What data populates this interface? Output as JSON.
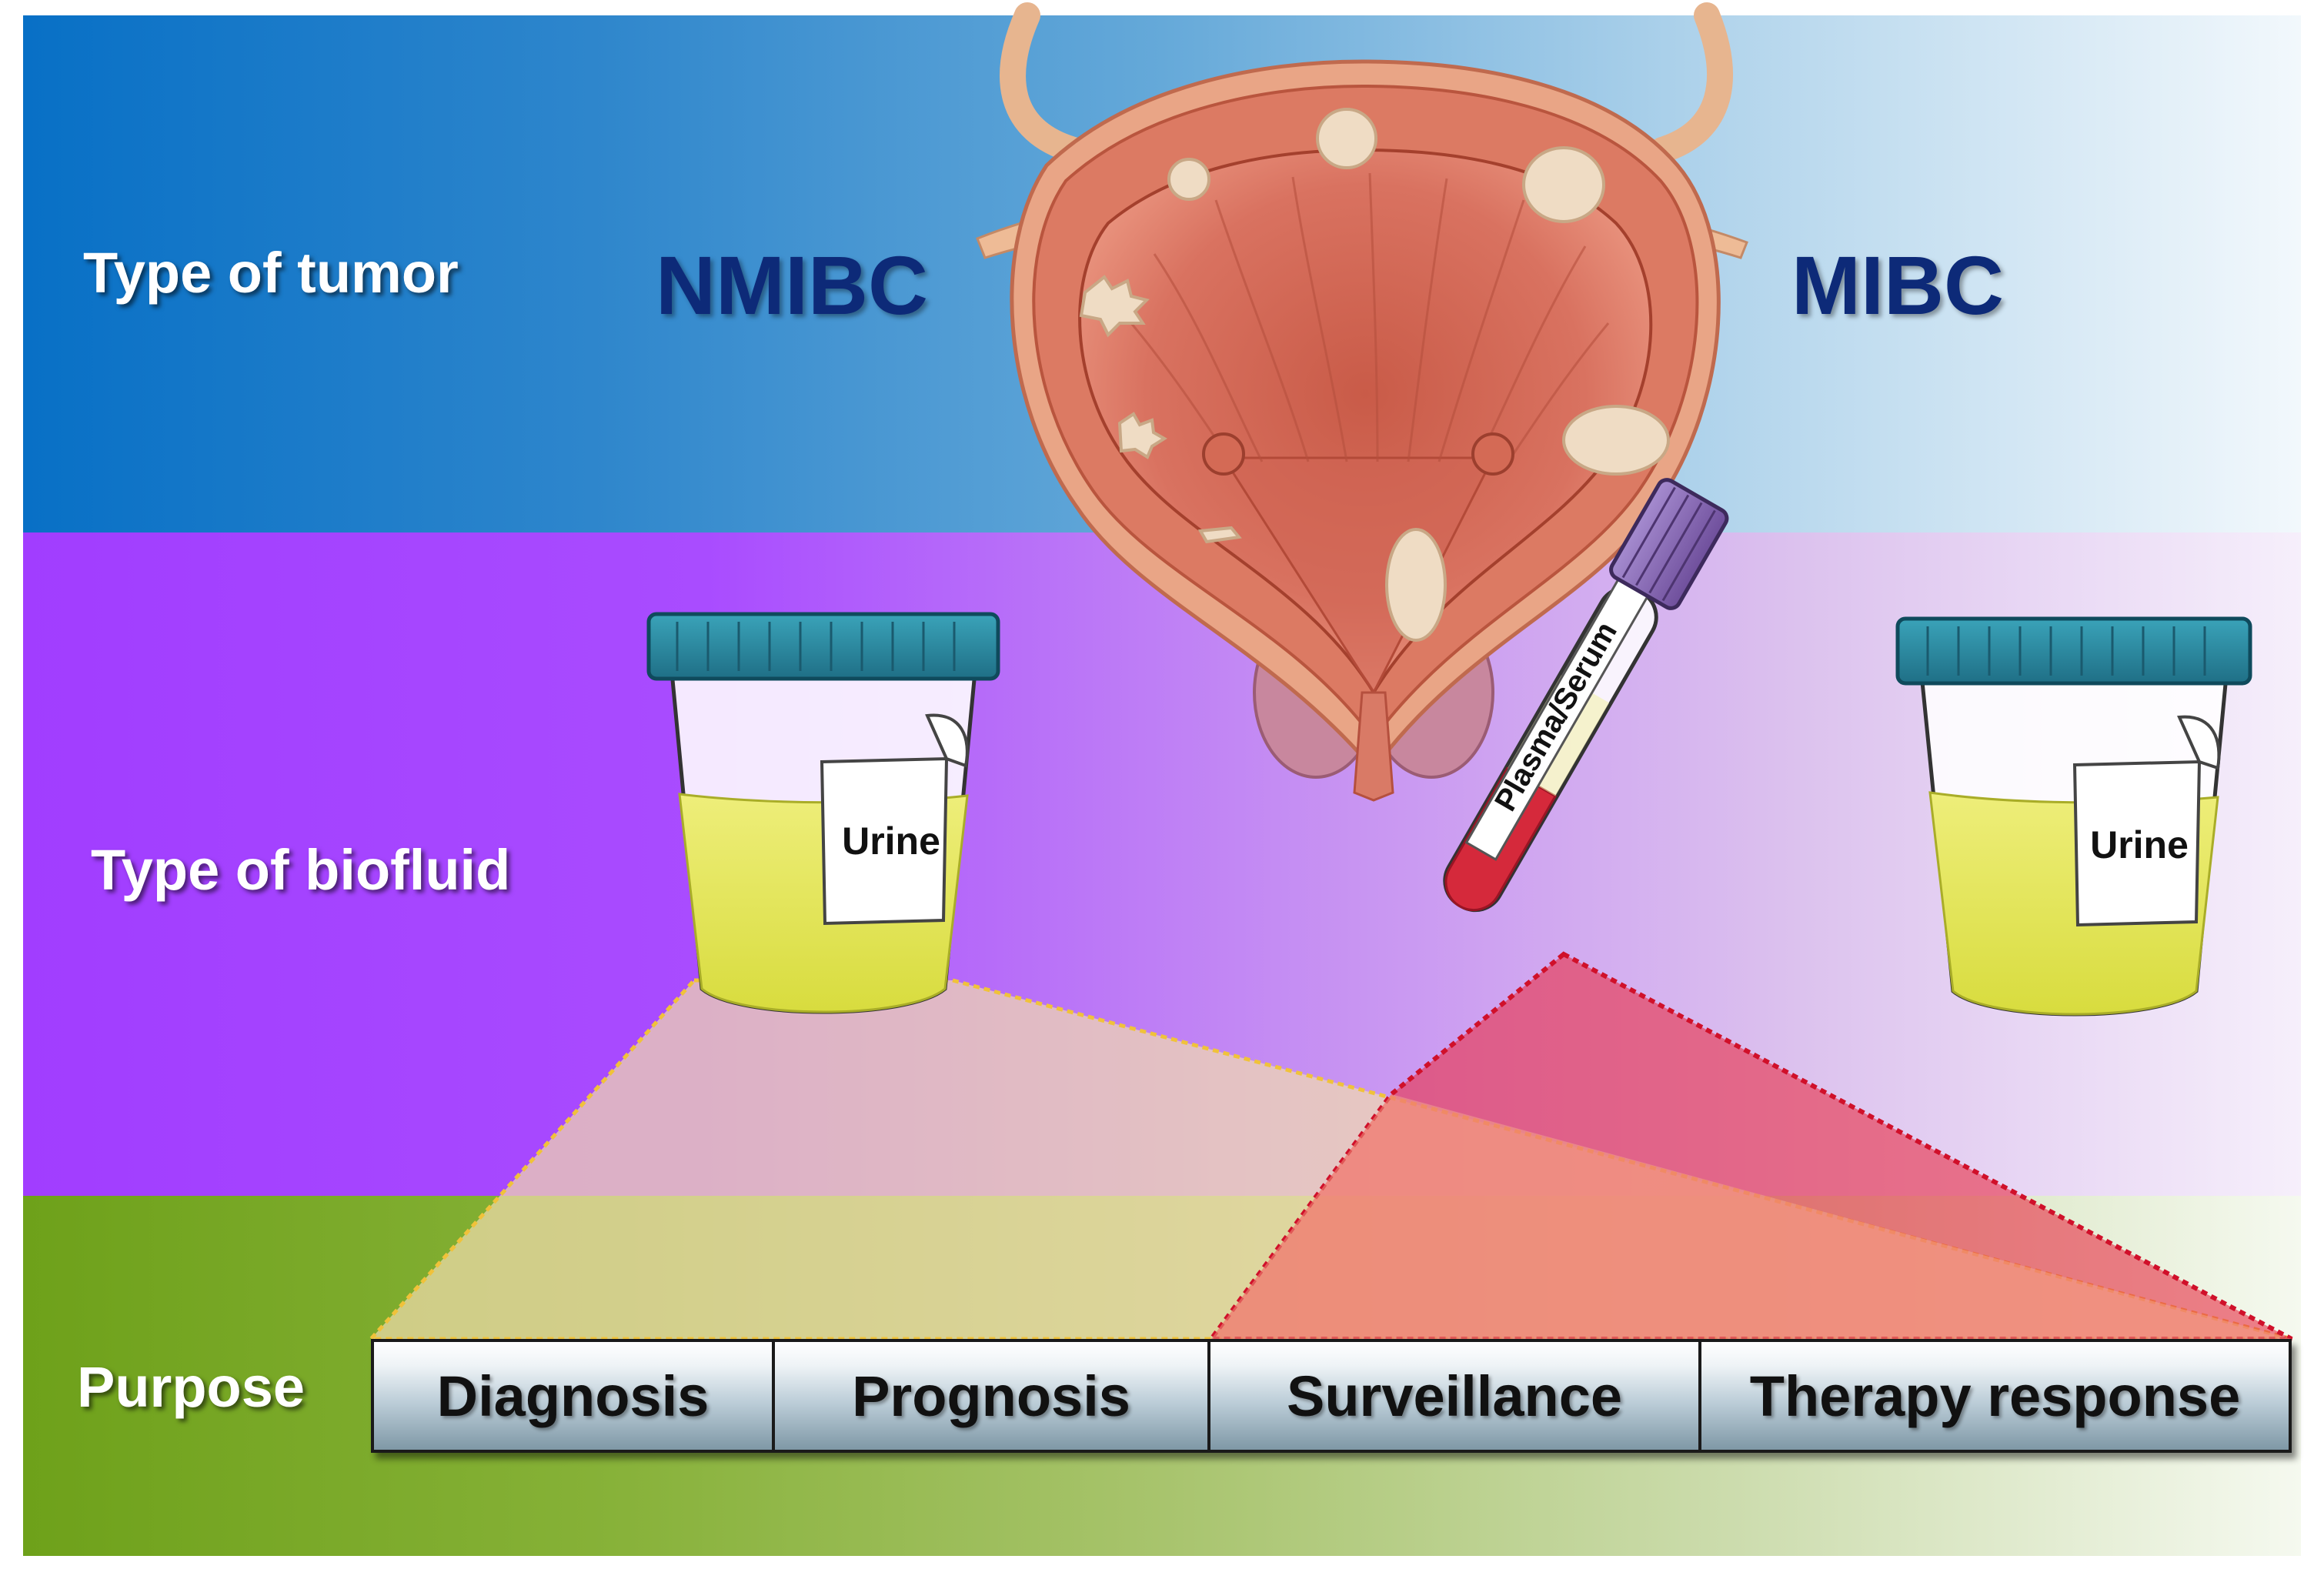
{
  "rows": {
    "tumor": "Type of tumor",
    "biofluid": "Type of biofluid",
    "purpose": "Purpose"
  },
  "tumor_types": {
    "left": "NMIBC",
    "right": "MIBC"
  },
  "biofluids": {
    "urine_left": "Urine",
    "urine_right": "Urine",
    "blood": "Plasma/Serum"
  },
  "purposes": [
    "Diagnosis",
    "Prognosis",
    "Surveillance",
    "Therapy response"
  ],
  "icons": {
    "organ": "bladder-with-tumors-illustration",
    "cup": "urine-cup-icon",
    "tube": "blood-tube-icon"
  },
  "colors": {
    "tumor_band": "#0870c6",
    "biofluid_band": "#a13dff",
    "purpose_band": "#6ea11a",
    "tumor_label": "#0d2a78",
    "urine": "#e2e45c",
    "cup_lid": "#2f8fa6",
    "blood": "#d5293b",
    "tube_cap": "#8b6bb5",
    "urine_fan": "#f0dca6",
    "blood_fan": "#e8344a"
  }
}
